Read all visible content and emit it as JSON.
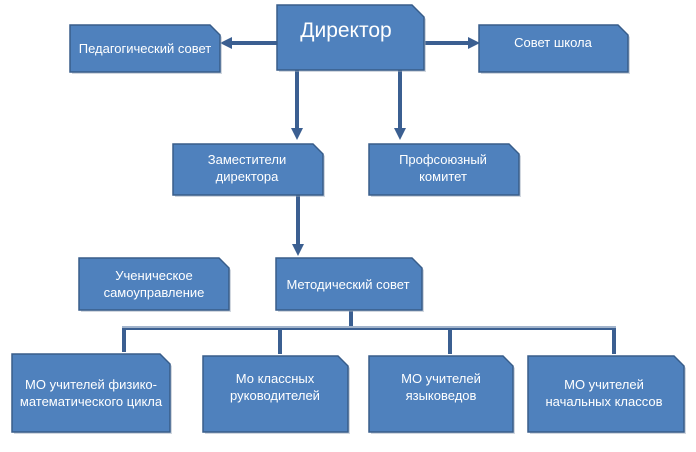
{
  "nodes": {
    "director": "Директор",
    "pedagogical_council": "Педагогический совет",
    "school_council": "Совет школа",
    "deputy_directors": "Заместители директора",
    "trade_union": "Профсоюзный комитет",
    "student_government": "Ученическое самоуправление",
    "methodical_council": "Методический совет",
    "mo_physmath": "МО учителей физико-математического цикла",
    "mo_class_teachers": "Мо классных руководителей",
    "mo_linguists": "МО учителей языковедов",
    "mo_primary": "МО учителей начальных классов"
  },
  "colors": {
    "box_fill": "#4f81bd",
    "box_border": "#385d8a",
    "connector": "#3b5f91",
    "text": "#ffffff"
  }
}
